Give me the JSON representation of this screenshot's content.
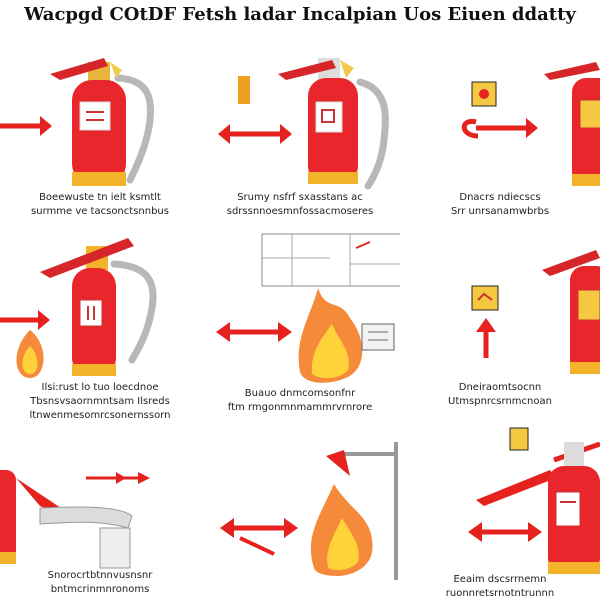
{
  "title": "Wacpgd COtDF Fetsh ladar Incalpian Uos Eiuen ddatty",
  "icons": [
    "fire-extinguisher-icon",
    "double-arrow-icon",
    "flame-icon",
    "warning-sign-icon",
    "hose-nozzle-icon"
  ],
  "colors": {
    "extinguisher_red": "#e8262b",
    "arrow_red": "#e5221e",
    "flame_orange": "#f58a3a",
    "flame_yellow": "#ffd23a",
    "hose_gray": "#b8b8b8",
    "sign_yellow": "#f5c842"
  },
  "panels": [
    {
      "caption_line1": "Boeewuste tn ielt ksmtlt",
      "caption_line2": "surmme ve tacsonctsnnbus"
    },
    {
      "caption_line1": "Srumy nsfrf sxasstans ac",
      "caption_line2": "sdrssnnoesmnfossacmoseres"
    },
    {
      "caption_line1": "Dnacrs ndiecscs",
      "caption_line2": "Srr unrsanamwbrbs"
    },
    {
      "caption_line1": "Ilsi:rust lo tuo loecdnoe",
      "caption_line2": "Tbsnsvsaornmntsam Ilsreds",
      "caption_line3": "ltnwenmesomrcsonernssorn"
    },
    {
      "caption_line1": "Buauo dnmcomsonfnr",
      "caption_line2": "ftm rmgonmnmammrvrnrore"
    },
    {
      "caption_line1": "Dneiraomtsocnn",
      "caption_line2": "Utmspnrcsrnmcnoan"
    },
    {
      "caption_line1": "Snorocrtbtnnvusnsnr",
      "caption_line2": "bntmcrinmnronoms"
    },
    {
      "caption_line1": "",
      "caption_line2": ""
    },
    {
      "caption_line1": "Eeaim dscsrrnemn",
      "caption_line2": "ruonnretsrnotntrunnn"
    }
  ]
}
